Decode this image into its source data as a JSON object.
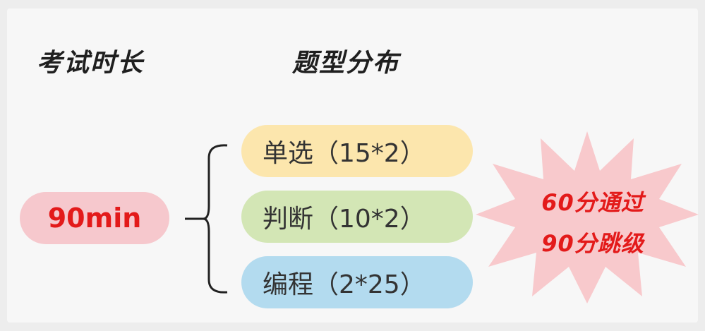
{
  "headings": {
    "duration": "考试时长",
    "distribution": "题型分布"
  },
  "duration": {
    "value": "90min",
    "color": "#e31a1a",
    "bg": "#f6c8cd"
  },
  "question_types": [
    {
      "label": "单选（15*2）",
      "bg": "#fce6ad"
    },
    {
      "label": "判断（10*2）",
      "bg": "#d3e6b5"
    },
    {
      "label": "编程（2*25）",
      "bg": "#b3dbef"
    }
  ],
  "result": {
    "line1": "60分通过",
    "line2": "90分跳级",
    "color": "#e31a1a",
    "burst_color": "#f8c9cc"
  }
}
